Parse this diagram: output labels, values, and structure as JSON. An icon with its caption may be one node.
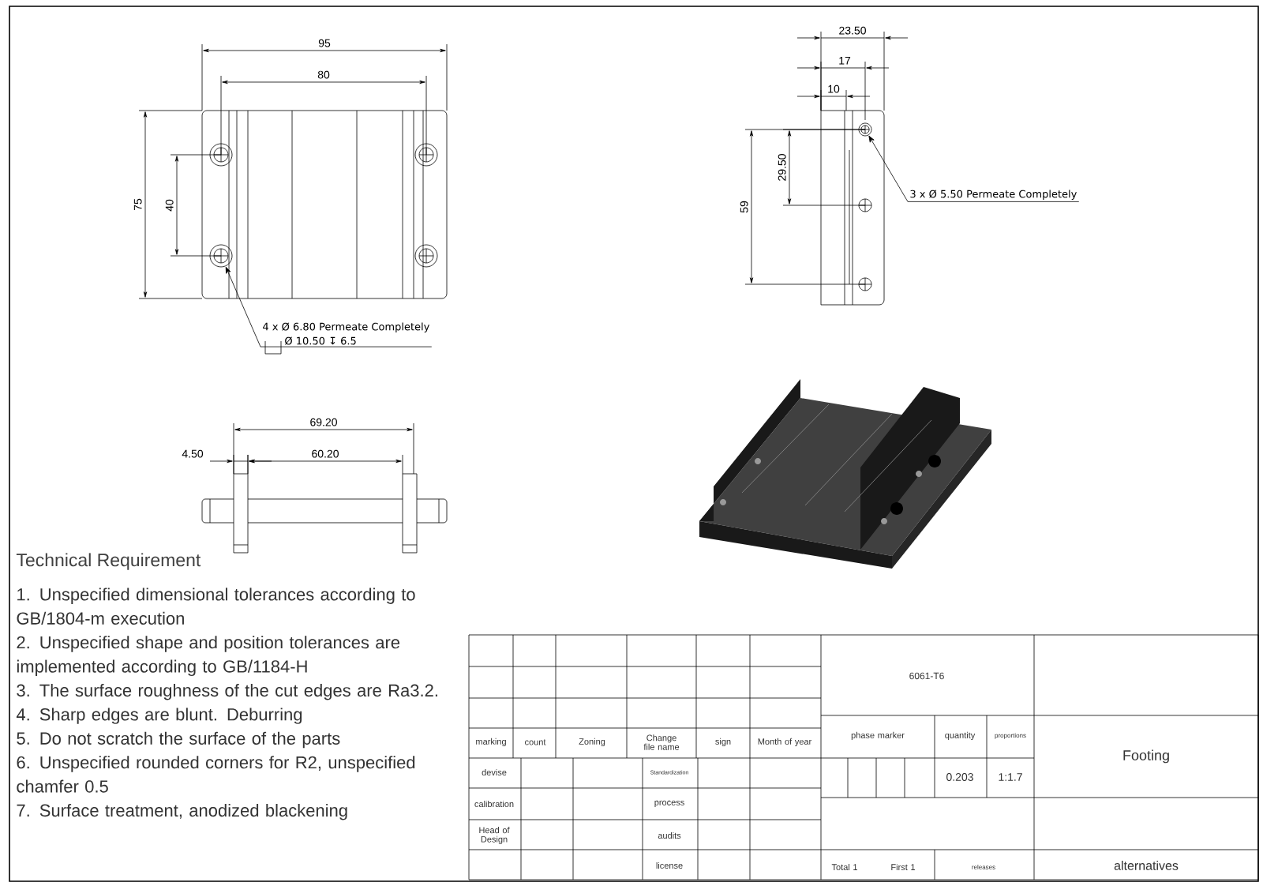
{
  "diagram": {
    "nodes": [
      {
        "text": [
          "4 x Ø 6.80 Permeate Completely",
          "Ø 10.50 ↧ 6.5"
        ]
      },
      {
        "text": [],
        "shape": "circle"
      },
      {
        "text": [
          "3 x Ø 5.50 Permeate Completely"
        ]
      },
      {
        "text": [],
        "shape": "circle"
      }
    ],
    "edges": [
      {
        "from": 0,
        "to": 1,
        "arrow": "to"
      },
      {
        "from": 2,
        "to": 3,
        "arrow": "to"
      }
    ],
    "labels": [
      "95",
      "80",
      "75",
      "40",
      "23.50",
      "17",
      "10",
      "29.50",
      "59",
      "69.20",
      "4.50",
      "60.20",
      "Technical Requirement",
      "1. Unspecified dimensional tolerances according to GB/1804-m execution",
      "2. Unspecified shape and position tolerances are implemented according to GB/1184-H",
      "3. The surface roughness of the cut edges are Ra3.2.",
      "4. Sharp edges are blunt. Deburring",
      "5. Do not scratch the surface of the parts",
      "6. Unspecified rounded corners for R2, unspecified chamfer 0.5",
      "7. Surface treatment, anodized blackening",
      "6061-T6",
      "marking",
      "count",
      "Zoning",
      "Change file name",
      "sign",
      "Month of year",
      "phase marker",
      "quantity",
      "proportions",
      "Footing",
      "devise",
      "Standardization",
      "0.203",
      "1:1.7",
      "calibration",
      "process",
      "Head of Design",
      "audits",
      "license",
      "Total 1",
      "First 1",
      "releases",
      "alternatives"
    ]
  }
}
